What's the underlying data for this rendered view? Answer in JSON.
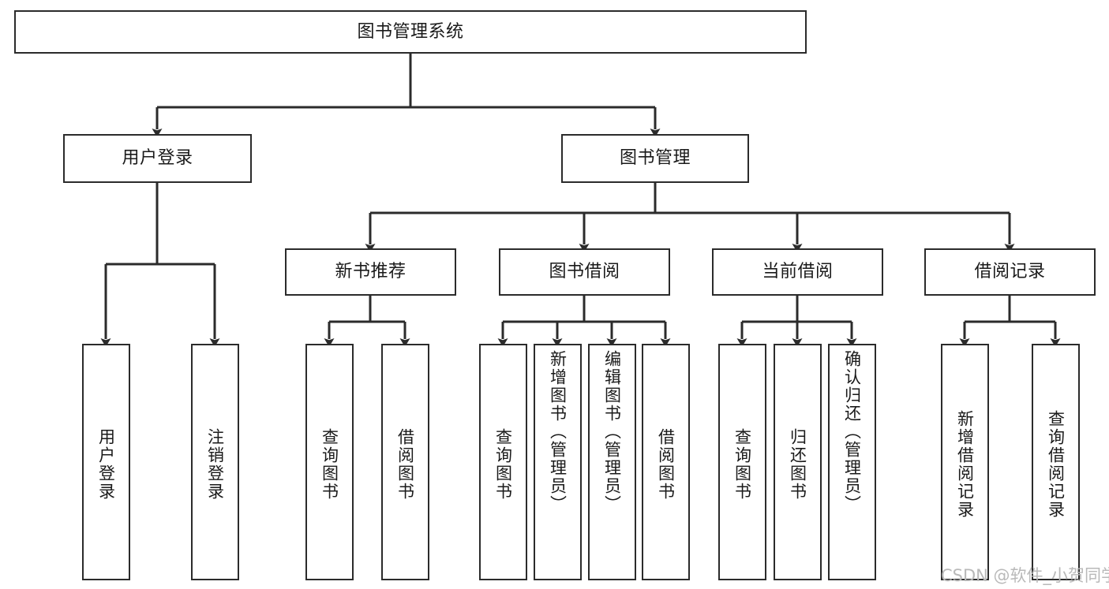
{
  "diagram": {
    "type": "tree-hierarchy",
    "title": "图书管理系统",
    "orientation": "top-down",
    "line_color": "#2b2b2b",
    "box_fill": "#ffffff",
    "text_color": "#1a1a1a"
  },
  "nodes": {
    "root": {
      "label": "图书管理系统",
      "level": 1
    },
    "l2": [
      {
        "id": "user-login",
        "label": "用户登录"
      },
      {
        "id": "book-manage",
        "label": "图书管理"
      }
    ],
    "l3": [
      {
        "id": "new-book-rec",
        "label": "新书推荐",
        "parent": "book-manage"
      },
      {
        "id": "book-borrow",
        "label": "图书借阅",
        "parent": "book-manage"
      },
      {
        "id": "current-borrow",
        "label": "当前借阅",
        "parent": "book-manage"
      },
      {
        "id": "borrow-record",
        "label": "借阅记录",
        "parent": "book-manage"
      }
    ],
    "leaves": [
      {
        "id": "leaf-user-login",
        "label": "用户登录",
        "parent": "user-login"
      },
      {
        "id": "leaf-logout",
        "label": "注销登录",
        "parent": "user-login"
      },
      {
        "id": "leaf-query-book-1",
        "label": "查询图书",
        "parent": "new-book-rec"
      },
      {
        "id": "leaf-borrow-book-1",
        "label": "借阅图书",
        "parent": "new-book-rec"
      },
      {
        "id": "leaf-query-book-2",
        "label": "查询图书",
        "parent": "book-borrow"
      },
      {
        "id": "leaf-add-book",
        "label": "新增图书（管理员）",
        "parent": "book-borrow"
      },
      {
        "id": "leaf-edit-book",
        "label": "编辑图书（管理员）",
        "parent": "book-borrow"
      },
      {
        "id": "leaf-borrow-book-2",
        "label": "借阅图书",
        "parent": "book-borrow"
      },
      {
        "id": "leaf-query-book-3",
        "label": "查询图书",
        "parent": "current-borrow"
      },
      {
        "id": "leaf-return-book",
        "label": "归还图书",
        "parent": "current-borrow"
      },
      {
        "id": "leaf-confirm-return",
        "label": "确认归还（管理员）",
        "parent": "current-borrow"
      },
      {
        "id": "leaf-add-record",
        "label": "新增借阅记录",
        "parent": "borrow-record"
      },
      {
        "id": "leaf-query-record",
        "label": "查询借阅记录",
        "parent": "borrow-record"
      }
    ]
  },
  "watermark": {
    "text": "CSDN @软件_小贺同学",
    "color": "#b9b9b9"
  }
}
